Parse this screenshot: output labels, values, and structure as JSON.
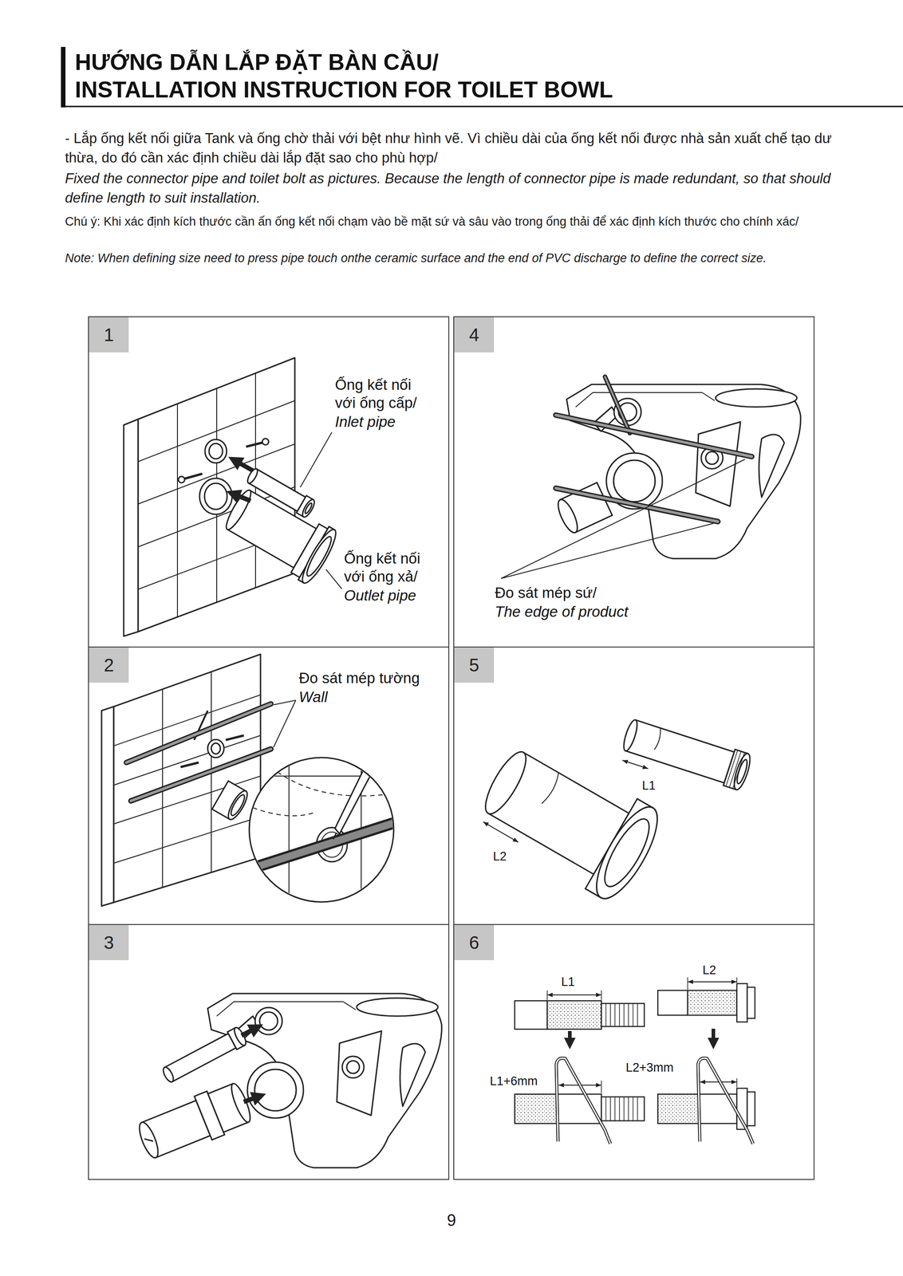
{
  "diagram": {
    "title": "HƯỚNG DẪN LẮP ĐẶT BÀN CẦU/ INSTALLATION INSTRUCTION FOR TOILET BOWL",
    "nodes": [
      {
        "text": [
          "1",
          "Ống kết nối với ống cấp/",
          "Inlet pipe",
          "Ống kết nối với ống xả/",
          "Outlet pipe"
        ]
      },
      {
        "text": [
          "2",
          "Đo sát mép tường",
          "Wall"
        ]
      },
      {
        "text": [
          "3"
        ]
      },
      {
        "text": [
          "4",
          "Đo sát mép sứ/",
          "The edge of product"
        ]
      },
      {
        "text": [
          "5",
          "L1",
          "L2"
        ]
      },
      {
        "text": [
          "6",
          "L1",
          "L2",
          "L1+6mm",
          "L2+3mm"
        ]
      }
    ],
    "labels": [
      "- Lắp ống kết nối giữa Tank và ống chờ thải với bệt như hình vẽ. Vì chiều dài của ống kết nối được nhà sản xuất chế tạo dư thừa, do đó cần xác định chiều dài lắp đặt sao cho phù hợp/",
      "Fixed the connector pipe and toilet bolt as pictures. Because the length of connector pipe is made redundant, so that should define length to suit installation.",
      "Chú ý: Khi xác định kích thước cần ấn ống kết nối chạm vào bề mặt sứ và sâu vào trong ống thải để xác định kích thước cho chính xác/",
      "Note: When defining size need to press pipe touch onthe ceramic surface and the end of PVC discharge to define the correct size.",
      "9"
    ]
  }
}
